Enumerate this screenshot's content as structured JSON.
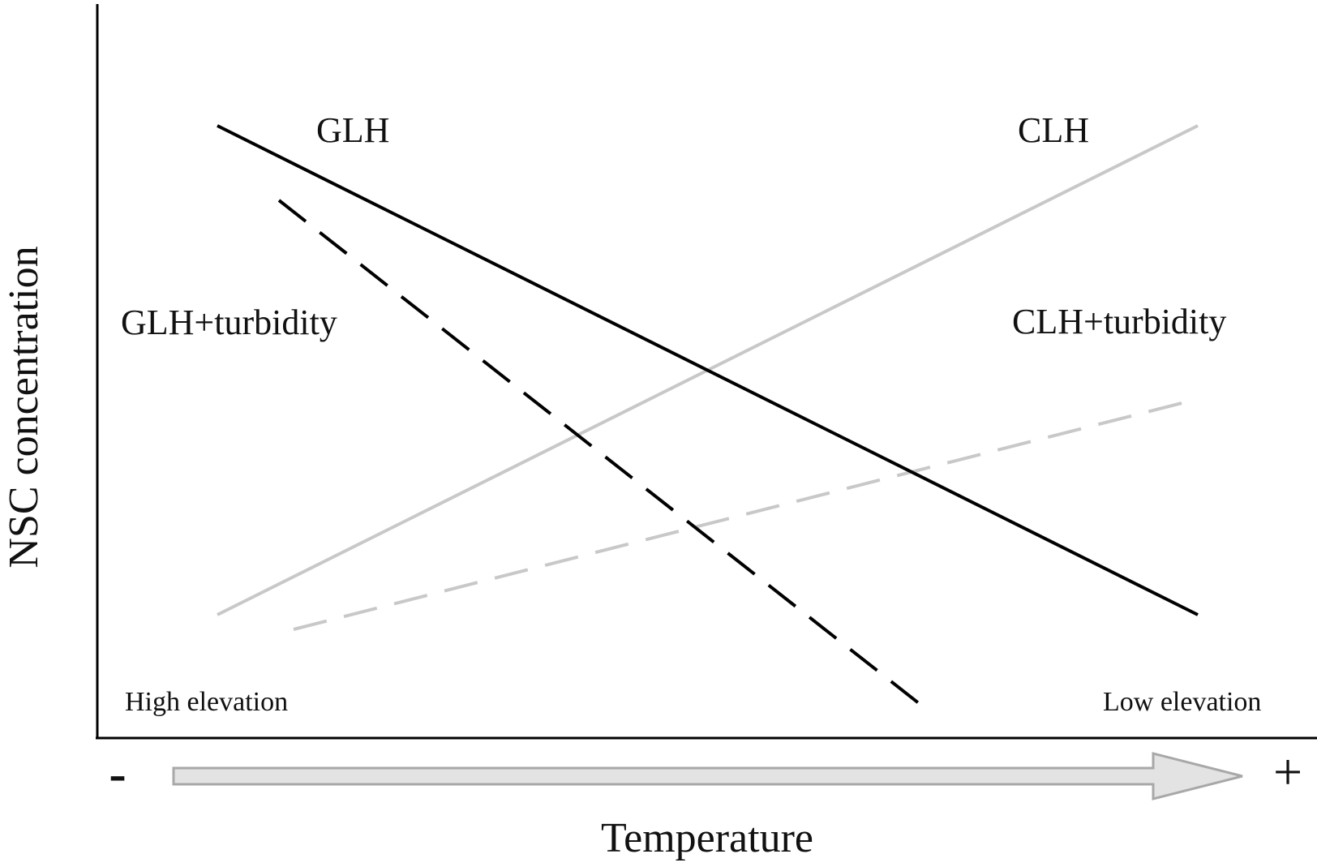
{
  "labels": {
    "ylabel": "NSC concentration",
    "xlabel": "Temperature",
    "minus": "-",
    "plus": "+",
    "glh": "GLH",
    "clh": "CLH",
    "glh_turbidity": "GLH+turbidity",
    "clh_turbidity": "CLH+turbidity",
    "high_elevation": "High elevation",
    "low_elevation": "Low elevation"
  },
  "colors": {
    "glh": "#000000",
    "clh": "#c8c8c8",
    "axis": "#000000",
    "arrow_fill": "#e3e3e3",
    "arrow_stroke": "#a8a8a8"
  },
  "lines": [
    {
      "key": "glh",
      "style": "solid",
      "trend": "decreasing"
    },
    {
      "key": "glh_turbidity",
      "style": "dashed",
      "trend": "decreasing"
    },
    {
      "key": "clh",
      "style": "solid",
      "trend": "increasing"
    },
    {
      "key": "clh_turbidity",
      "style": "dashed",
      "trend": "increasing"
    }
  ]
}
